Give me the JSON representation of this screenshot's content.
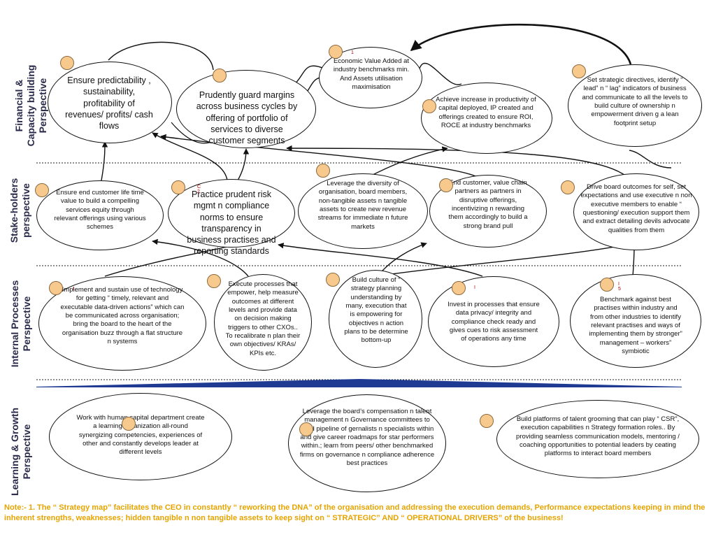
{
  "perspectives": {
    "financial": "Financial &\nCapacity building\nPerspective",
    "stakeholders": "Stake-holders\nperspective",
    "internal": "Internal Processes\nPerspective",
    "learning": "Learning  & Growth\nPerspective"
  },
  "financial": {
    "n1": "Ensure predictability , sustainability, profitability of revenues/ profits/ cash flows",
    "n2": "Prudently guard margins across business cycles by offering of portfolio of services to diverse customer segments",
    "n3": "Economic Value Added at industry benchmarks min. And Assets utilisation maximisation",
    "n4": "Achieve increase in productivity of capital deployed, IP created and offerings created to ensure ROI, ROCE at industry benchmarks",
    "n5": "Set strategic directives, identify “ lead” n “ lag” indicators of business and communicate to all the levels to build culture of ownership n empowerment driven g  a lean footprint setup"
  },
  "stakeholders": {
    "n1": "Ensure end customer life time value to build a compelling services equity through relevant offerings using  various schemes",
    "n2": "Practice prudent risk mgmt n compliance norms to ensure transparency in business practises and reporting standards",
    "n3": "Leverage the diversity of organisation, board members, non-tangible assets n tangible assets to create new revenue streams for immediate n future markets",
    "n4": "End customer, value chain partners as partners in disruptive offerings, incentivizing n rewarding them accordingly to build  a strong brand pull",
    "n5": "Drive board outcomes for self, set expectations and  use executive n non executive members to enable “ questioning/ execution support them and  extract detailing devils advocate qualities from them"
  },
  "internal": {
    "n1": "Implement and sustain use of technology for getting “ timely, relevant and executable data-driven actions” which can be communicated across organisation; bring the  board to the heart of the organisation buzz through a flat structure n systems",
    "n2": "Execute processes that empower, help measure outcomes at different levels and provide data on decision making triggers to other CXOs.. To recalibrate n plan their own objectives/ KRAs/ KPIs etc.",
    "n3": "Build culture of “ strategy planning understanding by many, execution that is empowering for objectives n action plans to be determine bottom-up",
    "n4": "Invest in processes that ensure data privacy/ integrity and compliance check ready and gives cues to risk assessment of operations any time",
    "n5": "Benchmark  against best practises within industry and from other industries to identify relevant practises and ways of implementing them by stronger” management – workers” symbiotic"
  },
  "learning": {
    "n1": "Work with  human capital department  create a learning organization all-round synergizing competencies, experiences of other and constantly develops leader at different levels",
    "n2": "Leverage the board’s compensation n talent management  n Governance committees to build pipeline of gernalists n specialists within and give career roadmaps for star performers within.; learn from peers/ other benchmarked firms on governance n compliance adherence best practices",
    "n3": "Build platforms of talent grooming that can play  “ CSR”, execution capabilities n Strategy formation roles.. By providing seamless communication models, mentoring / coaching opportunities to potential leaders by ceating platforms to interact board members"
  },
  "marks": {
    "m1": "1",
    "m2": "C\n2",
    "m3": "I",
    "m4": "I",
    "m5": "I\n5"
  },
  "note": "Note:- 1. The “ Strategy map” facilitates  the CEO in  constantly “ reworking  the DNA” of the organisation and  addressing the  execution demands,  Performance expectations keeping in mind  the  inherent strengths, weaknesses; hidden tangible n non tangible assets to keep sight on “ STRATEGIC” AND “ OPERATIONAL DRIVERS”    of the business!",
  "colors": {
    "dot_fill": "#f8c98c",
    "note_text": "#e6a400",
    "band_fill": "#1f3a93",
    "label_text": "#2a2a4a"
  }
}
